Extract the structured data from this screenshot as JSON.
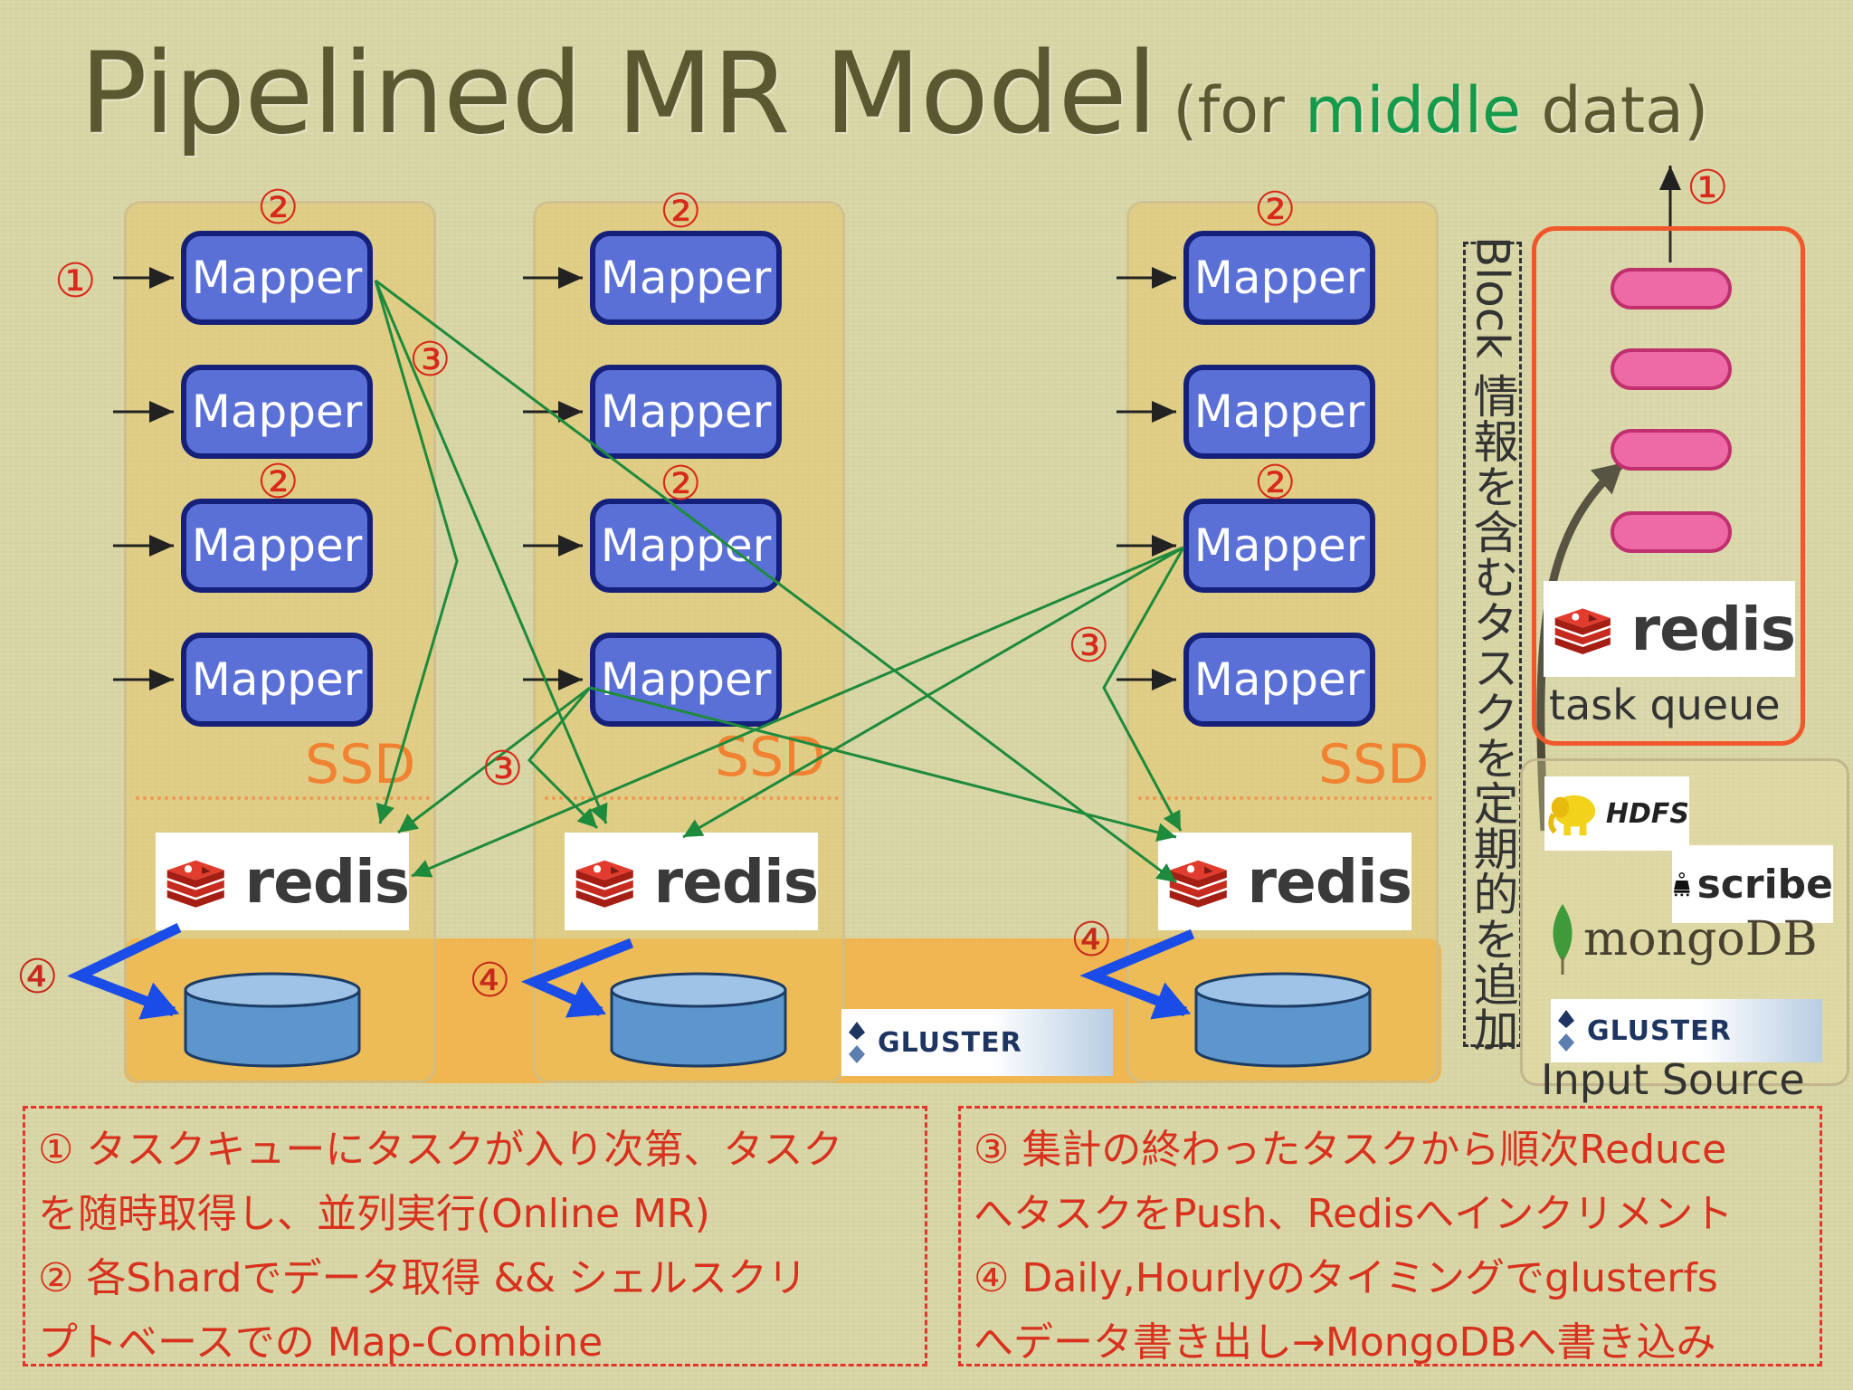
{
  "title": {
    "main": "Pipelined MR Model",
    "sub_open": "(for ",
    "sub_highlight": "middle",
    "sub_close": " data)"
  },
  "markers": {
    "one": "①",
    "two": "②",
    "three": "③",
    "four": "④"
  },
  "mapper_label": "Mapper",
  "ssd_label": "SSD",
  "redis_label": "redis",
  "gluster_label": "GLUSTER",
  "task_queue": {
    "label": "task queue",
    "redis_label": "redis"
  },
  "block_note": "Block 情報を含むタスクを定期的を追加",
  "input_source": {
    "label": "Input Source",
    "logos": [
      "HDFS",
      "scribe",
      "mongoDB",
      "GLUSTER"
    ]
  },
  "notes_left": [
    "① タスクキューにタスクが入り次第、タスク",
    "を随時取得し、並列実行(Online MR)",
    "② 各Shardでデータ取得 && シェルスクリ",
    "プトベースでの Map-Combine"
  ],
  "notes_right": [
    "③ 集計の終わったタスクから順次Reduce",
    "へタスクをPush、Redisへインクリメント",
    "④ Daily,Hourlyのタイミングでglusterfs",
    "へデータ書き出し→MongoDBへ書き込み"
  ],
  "colors": {
    "background": "#d8d6a6",
    "title": "#5a5830",
    "highlight_green": "#139a4a",
    "mapper_fill": "#5a70d6",
    "mapper_border": "#14207a",
    "annotation_red": "#d82a1a",
    "ssd_orange": "#f08232",
    "flow_arrow_green": "#1e8a3c",
    "storage_arrow_blue": "#1a4de8",
    "queue_pink": "#ee6aa4"
  },
  "icons": [
    "redis-logo-icon",
    "database-cylinder-icon",
    "gluster-logo-icon",
    "hdfs-elephant-icon",
    "scribe-logo-icon",
    "mongodb-leaf-icon"
  ]
}
